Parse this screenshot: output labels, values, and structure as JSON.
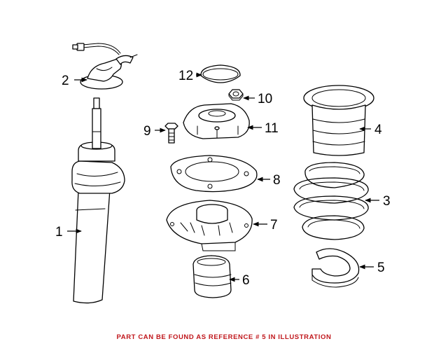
{
  "callouts": {
    "c1": "1",
    "c2": "2",
    "c3": "3",
    "c4": "4",
    "c5": "5",
    "c6": "6",
    "c7": "7",
    "c8": "8",
    "c9": "9",
    "c10": "10",
    "c11": "11",
    "c12": "12"
  },
  "footer": {
    "text": "PART CAN BE FOUND AS REFERENCE # 5 IN ILLUSTRATION",
    "color": "#c0171c"
  },
  "colors": {
    "line": "#000000",
    "background": "#ffffff"
  }
}
